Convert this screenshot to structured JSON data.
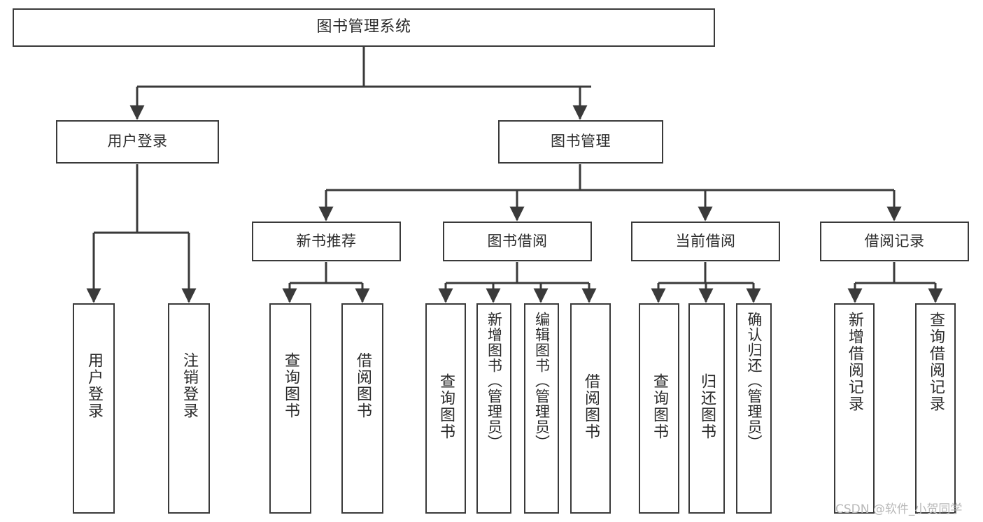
{
  "diagram": {
    "title": "图书管理系统",
    "type": "tree-hierarchy-chart",
    "watermark": "CSDN @软件_小贺同学",
    "colors": {
      "box_border": "#3a3a3a",
      "box_fill": "#ffffff",
      "edge": "#3a3a3a",
      "text": "#2b2b2b",
      "background": "#ffffff",
      "watermark": "#b9b9b9"
    },
    "nodes": {
      "root": {
        "label": "图书管理系统"
      },
      "level1": [
        {
          "id": "user-login",
          "label": "用户登录"
        },
        {
          "id": "book-management",
          "label": "图书管理"
        }
      ],
      "level2": [
        {
          "id": "new-book-recommend",
          "label": "新书推荐"
        },
        {
          "id": "book-borrow",
          "label": "图书借阅"
        },
        {
          "id": "current-borrow",
          "label": "当前借阅"
        },
        {
          "id": "borrow-record",
          "label": "借阅记录"
        }
      ],
      "leaves": {
        "user_login": [
          {
            "id": "leaf-user-login",
            "label": "用户登录"
          },
          {
            "id": "leaf-logout-login",
            "label": "注销登录"
          }
        ],
        "new_book_recommend": [
          {
            "id": "leaf-query-book-1",
            "label": "查询图书"
          },
          {
            "id": "leaf-borrow-book-1",
            "label": "借阅图书"
          }
        ],
        "book_borrow": [
          {
            "id": "leaf-query-book-2",
            "label": "查询图书"
          },
          {
            "id": "leaf-add-book",
            "label": "新增图书（管理员）"
          },
          {
            "id": "leaf-edit-book",
            "label": "编辑图书（管理员）"
          },
          {
            "id": "leaf-borrow-book-2",
            "label": "借阅图书"
          }
        ],
        "current_borrow": [
          {
            "id": "leaf-query-book-3",
            "label": "查询图书"
          },
          {
            "id": "leaf-return-book",
            "label": "归还图书"
          },
          {
            "id": "leaf-confirm-return",
            "label": "确认归还（管理员）"
          }
        ],
        "borrow_record": [
          {
            "id": "leaf-add-record",
            "label": "新增借阅记录"
          },
          {
            "id": "leaf-query-record",
            "label": "查询借阅记录"
          }
        ]
      }
    }
  }
}
